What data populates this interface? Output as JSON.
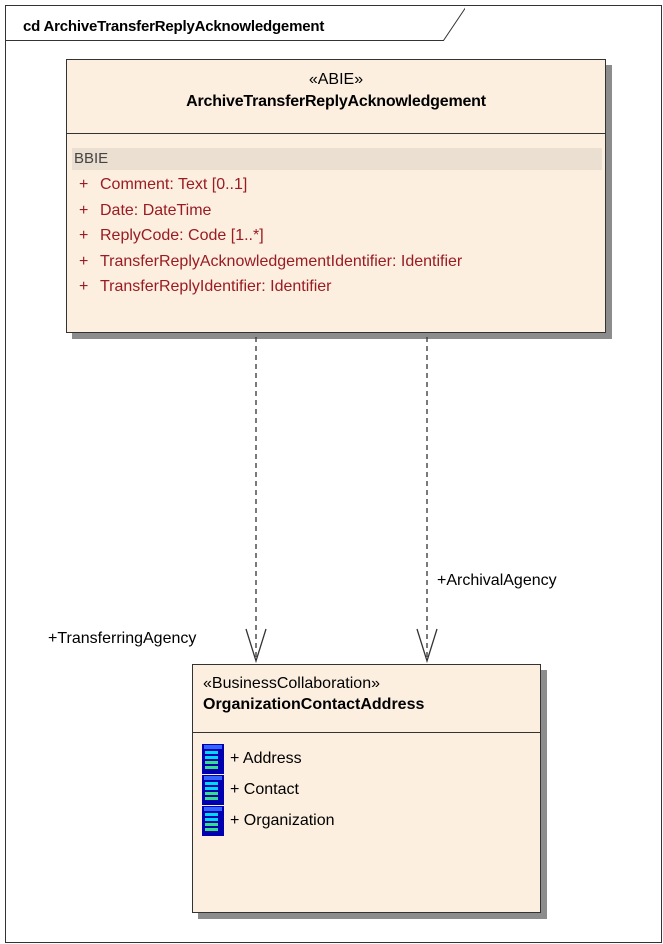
{
  "diagram": {
    "frame_title": "cd ArchiveTransferReplyAcknowledgement"
  },
  "abie_class": {
    "stereotype": "«ABIE»",
    "name": "ArchiveTransferReplyAcknowledgement",
    "section_label": "BBIE",
    "attributes": [
      {
        "visibility": "+",
        "text": "Comment:  Text [0..1]"
      },
      {
        "visibility": "+",
        "text": "Date:  DateTime"
      },
      {
        "visibility": "+",
        "text": "ReplyCode:  Code [1..*]"
      },
      {
        "visibility": "+",
        "text": "TransferReplyAcknowledgementIdentifier:  Identifier"
      },
      {
        "visibility": "+",
        "text": "TransferReplyIdentifier:  Identifier"
      }
    ]
  },
  "target_class": {
    "stereotype": "«BusinessCollaboration»",
    "name": "OrganizationContactAddress",
    "parts": [
      {
        "label": "+ Address",
        "icon": "part-icon"
      },
      {
        "label": "+ Contact",
        "icon": "part-icon"
      },
      {
        "label": "+ Organization",
        "icon": "part-icon"
      }
    ]
  },
  "connectors": {
    "left_role": "+TransferringAgency",
    "right_role": "+ArchivalAgency"
  },
  "colors": {
    "class_fill": "#fcefe0",
    "attribute_text": "#9a1b22",
    "shadow": "#8c8c8c"
  }
}
